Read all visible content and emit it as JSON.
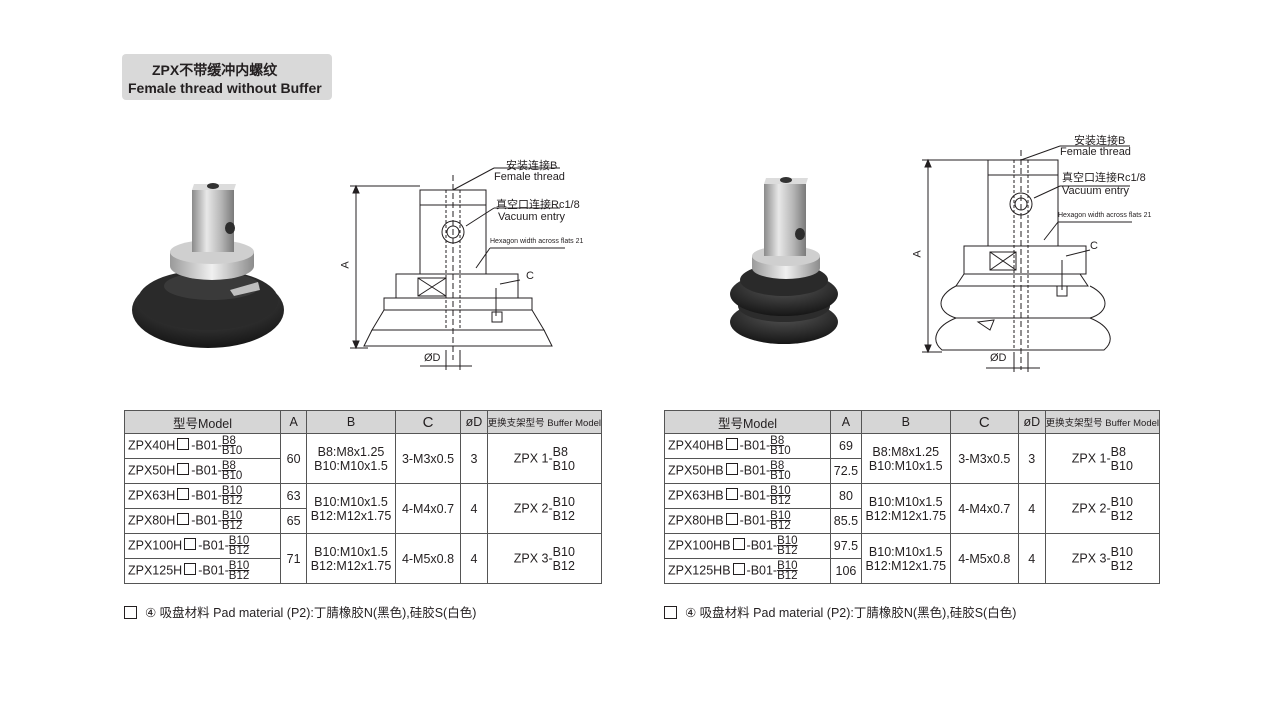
{
  "header": {
    "title_cn": "ZPX不带缓冲内螺纹",
    "title_en": "Female thread without Buffer"
  },
  "left_drawing": {
    "label_b_cn": "安装连接B",
    "label_b_en": "Female thread",
    "label_vac_cn": "真空口连接Rc1/8",
    "label_vac_en": "Vacuum entry",
    "label_hex": "Hexagon width across flats 21",
    "dim_a": "A",
    "dim_c": "C",
    "dim_d": "ØD"
  },
  "right_drawing": {
    "label_b_cn": "安装连接B",
    "label_b_en": "Female thread",
    "label_vac_cn": "真空口连接Rc1/8",
    "label_vac_en": "Vacuum entry",
    "label_hex": "Hexagon width across flats 21",
    "dim_a": "A",
    "dim_c": "C",
    "dim_d": "ØD"
  },
  "table_headers": {
    "model": "型号Model",
    "a": "A",
    "b": "B",
    "c": "C",
    "d": "øD",
    "buffer": "更换支架型号 Buffer Model"
  },
  "left_table": {
    "rows": [
      {
        "model": "ZPX40H",
        "suffix": "-B01-",
        "top": "B8",
        "bot": "B10"
      },
      {
        "model": "ZPX50H",
        "suffix": "-B01-",
        "top": "B8",
        "bot": "B10"
      },
      {
        "model": "ZPX63H",
        "suffix": "-B01-",
        "top": "B10",
        "bot": "B12"
      },
      {
        "model": "ZPX80H",
        "suffix": "-B01-",
        "top": "B10",
        "bot": "B12"
      },
      {
        "model": "ZPX100H",
        "suffix": "-B01-",
        "top": "B10",
        "bot": "B12"
      },
      {
        "model": "ZPX125H",
        "suffix": "-B01-",
        "top": "B10",
        "bot": "B12"
      }
    ],
    "groups": [
      {
        "a": [
          "60"
        ],
        "b1": "B8:M8x1.25",
        "b2": "B10:M10x1.5",
        "c": "3-M3x0.5",
        "d": "3",
        "buf": "ZPX 1-",
        "buf_top": "B8",
        "buf_bot": "B10"
      },
      {
        "a": [
          "63",
          "65"
        ],
        "b1": "B10:M10x1.5",
        "b2": "B12:M12x1.75",
        "c": "4-M4x0.7",
        "d": "4",
        "buf": "ZPX 2-",
        "buf_top": "B10",
        "buf_bot": "B12"
      },
      {
        "a": [
          "71"
        ],
        "b1": "B10:M10x1.5",
        "b2": "B12:M12x1.75",
        "c": "4-M5x0.8",
        "d": "4",
        "buf": "ZPX 3-",
        "buf_top": "B10",
        "buf_bot": "B12"
      }
    ]
  },
  "right_table": {
    "rows": [
      {
        "model": "ZPX40HB",
        "suffix": "-B01-",
        "top": "B8",
        "bot": "B10",
        "a": "69"
      },
      {
        "model": "ZPX50HB",
        "suffix": "-B01-",
        "top": "B8",
        "bot": "B10",
        "a": "72.5"
      },
      {
        "model": "ZPX63HB",
        "suffix": "-B01-",
        "top": "B10",
        "bot": "B12",
        "a": "80"
      },
      {
        "model": "ZPX80HB",
        "suffix": "-B01-",
        "top": "B10",
        "bot": "B12",
        "a": "85.5"
      },
      {
        "model": "ZPX100HB",
        "suffix": "-B01-",
        "top": "B10",
        "bot": "B12",
        "a": "97.5"
      },
      {
        "model": "ZPX125HB",
        "suffix": "-B01-",
        "top": "B10",
        "bot": "B12",
        "a": "106"
      }
    ],
    "groups": [
      {
        "b1": "B8:M8x1.25",
        "b2": "B10:M10x1.5",
        "c": "3-M3x0.5",
        "d": "3",
        "buf": "ZPX 1-",
        "buf_top": "B8",
        "buf_bot": "B10"
      },
      {
        "b1": "B10:M10x1.5",
        "b2": "B12:M12x1.75",
        "c": "4-M4x0.7",
        "d": "4",
        "buf": "ZPX 2-",
        "buf_top": "B10",
        "buf_bot": "B12"
      },
      {
        "b1": "B10:M10x1.5",
        "b2": "B12:M12x1.75",
        "c": "4-M5x0.8",
        "d": "4",
        "buf": "ZPX 3-",
        "buf_top": "B10",
        "buf_bot": "B12"
      }
    ]
  },
  "note": {
    "text": "④ 吸盘材料 Pad material (P2):丁腈橡胶N(黑色),硅胶S(白色)"
  }
}
